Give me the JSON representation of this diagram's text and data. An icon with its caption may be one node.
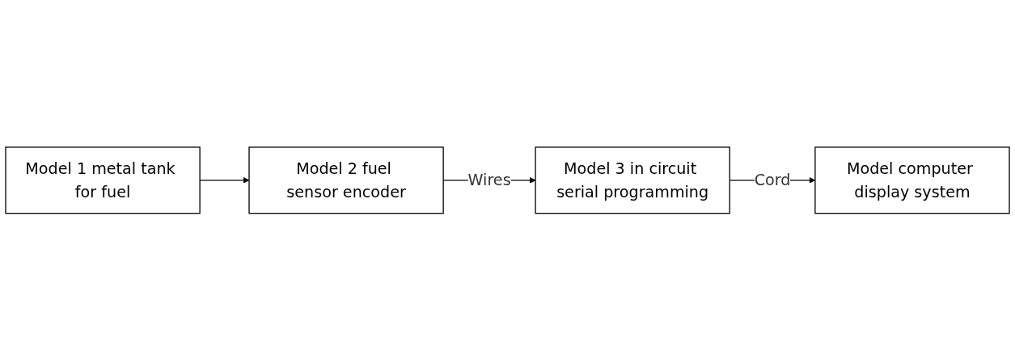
{
  "diagram": {
    "nodes": [
      {
        "text": [
          "Model 1 metal tank for fuel"
        ]
      },
      {
        "text": [
          "Model 2 fuel sensor encoder"
        ]
      },
      {
        "text": [
          "Model 3 in circuit serial programming"
        ]
      },
      {
        "text": [
          "Model computer display system"
        ]
      }
    ],
    "edges": [
      {
        "from": 0,
        "to": 1,
        "arrow": "to"
      },
      {
        "from": 1,
        "to": 2,
        "label": "Wires",
        "arrow": "to"
      },
      {
        "from": 2,
        "to": 3,
        "label": "Cord",
        "arrow": "to"
      }
    ]
  }
}
